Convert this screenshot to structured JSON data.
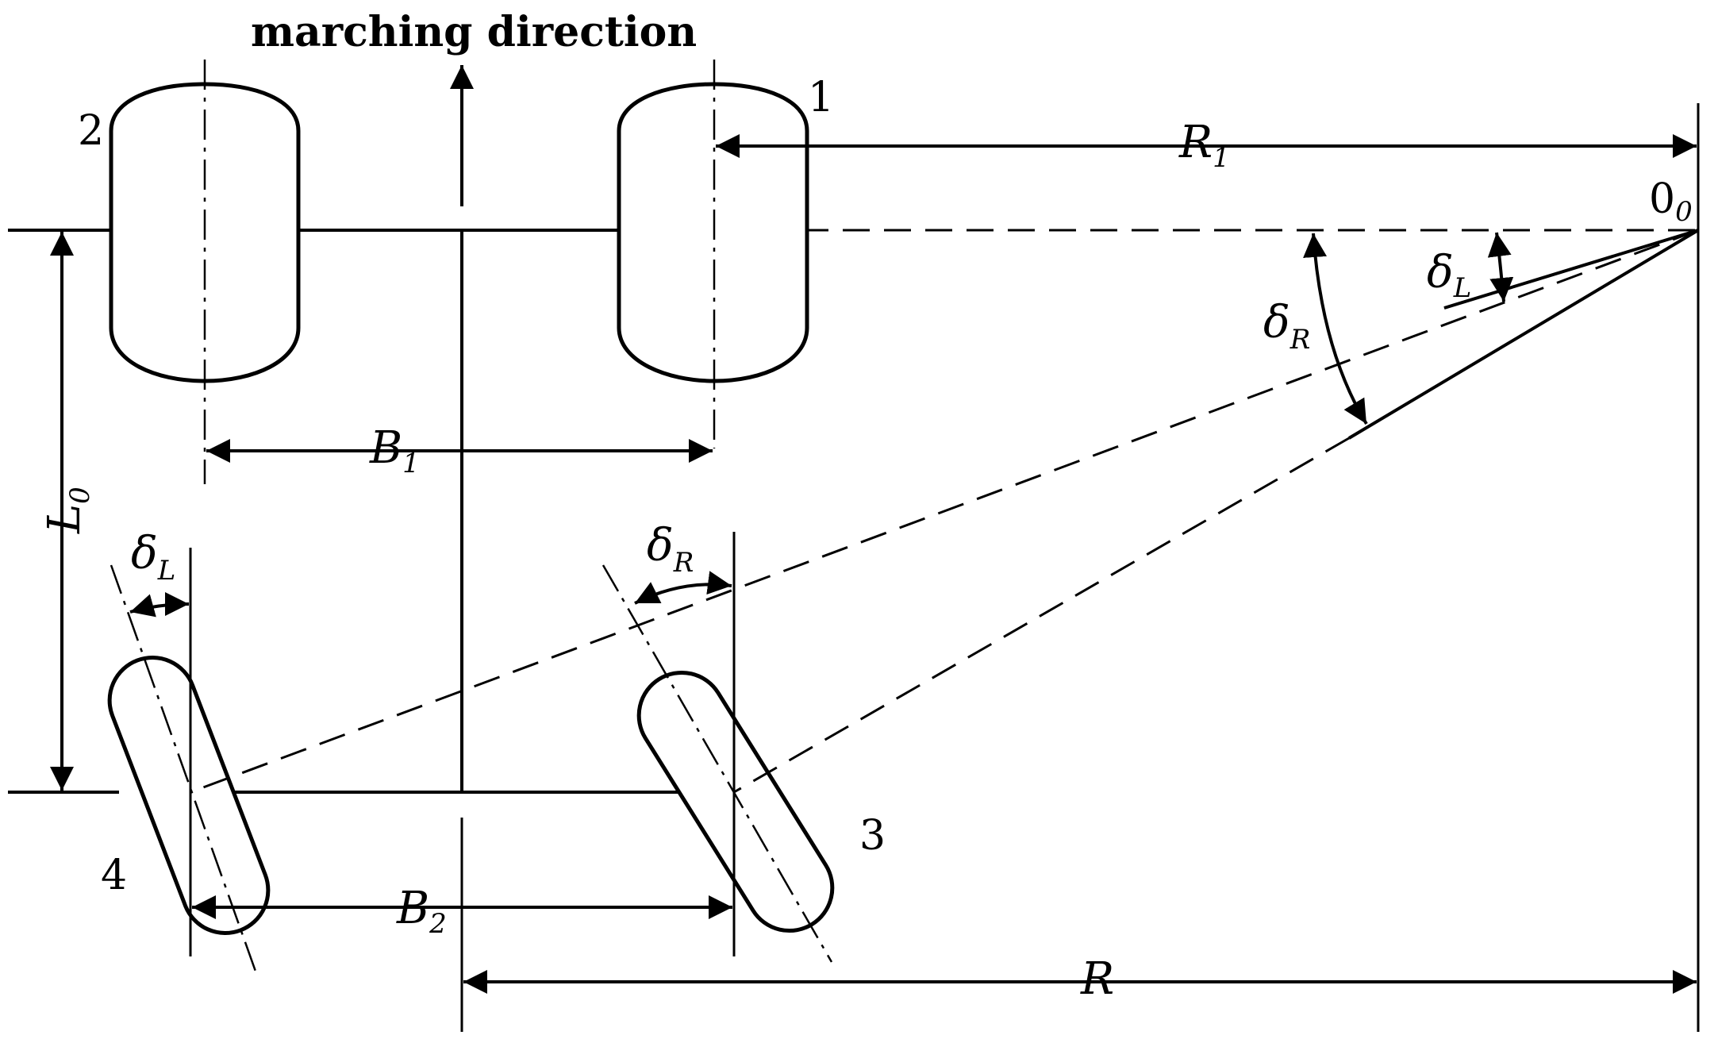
{
  "title": "marching direction",
  "wheels": {
    "w1": "1",
    "w2": "2",
    "w3": "3",
    "w4": "4"
  },
  "dimensions": {
    "R1": {
      "symbol": "R",
      "sub": "1"
    },
    "R": {
      "symbol": "R",
      "sub": ""
    },
    "B1": {
      "symbol": "B",
      "sub": "1"
    },
    "B2": {
      "symbol": "B",
      "sub": "2"
    },
    "L0": {
      "symbol": "L",
      "sub": "0"
    }
  },
  "center": {
    "symbol": "0",
    "sub": "0"
  },
  "angles": {
    "deltaL": {
      "symbol": "δ",
      "sub": "L"
    },
    "deltaR": {
      "symbol": "δ",
      "sub": "R"
    }
  }
}
